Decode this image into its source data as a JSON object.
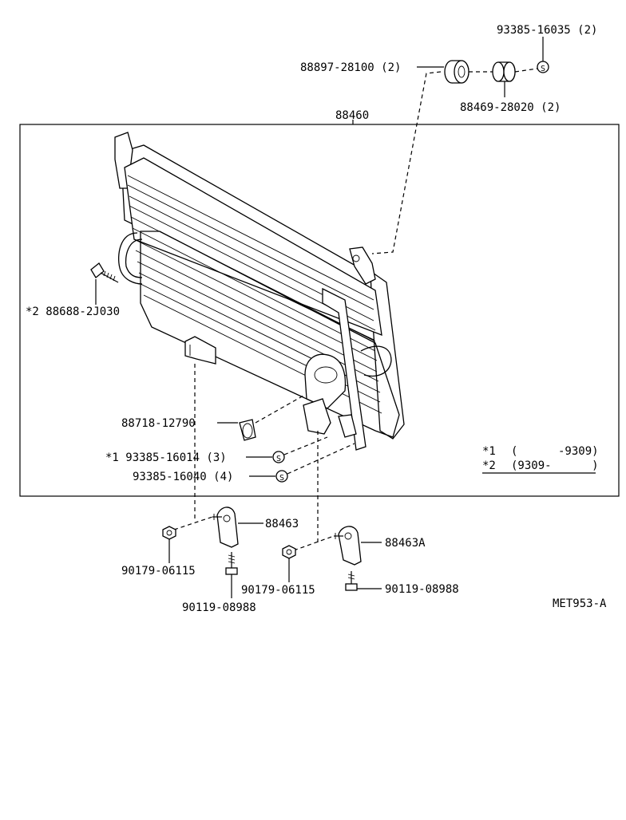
{
  "parts": {
    "p_93385_16035": "93385-16035 (2)",
    "p_88897_28100": "88897-28100 (2)",
    "p_88469_28020": "88469-28020 (2)",
    "p_88460": "88460",
    "p_88688_2J030": "*2  88688-2J030",
    "p_88718_12790": "88718-12790",
    "p_93385_16014": "*1  93385-16014 (3)",
    "p_93385_16040": "93385-16040 (4)",
    "p_88463": "88463",
    "p_88463A": "88463A",
    "p_90179_06115_left": "90179-06115",
    "p_90119_08988_left": "90119-08988",
    "p_90179_06115_right": "90179-06115",
    "p_90119_08988_right": "90119-08988"
  },
  "notes": {
    "note1_marker": "*1",
    "note1_range": "(      -9309)",
    "note2_marker": "*2",
    "note2_range": "(9309-      )"
  },
  "washer_symbol": "S",
  "diagram_code": "MET953-A"
}
